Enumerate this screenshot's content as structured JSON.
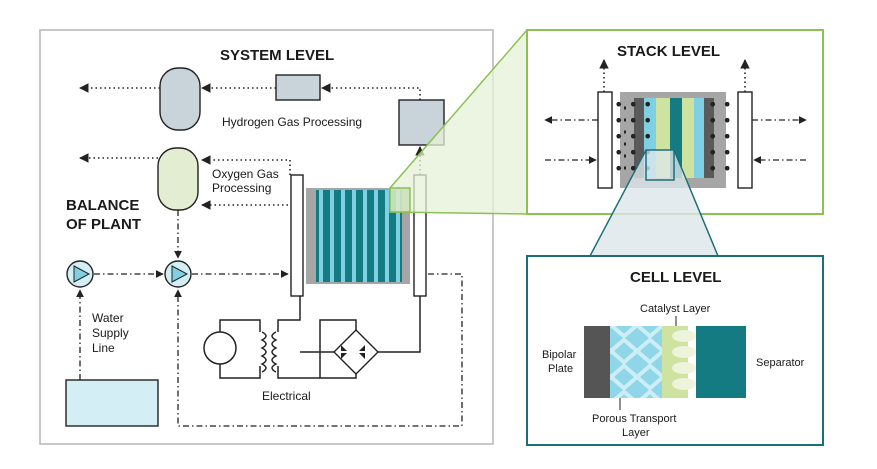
{
  "system": {
    "title": "SYSTEM LEVEL",
    "hydrogen_label": "Hydrogen Gas Processing",
    "oxygen_label_line1": "Oxygen Gas",
    "oxygen_label_line2": "Processing",
    "bop_line1": "BALANCE",
    "bop_line2": "OF PLANT",
    "water_line1": "Water",
    "water_line2": "Supply",
    "water_line3": "Line",
    "electrical_label": "Electrical"
  },
  "stack": {
    "title": "STACK LEVEL"
  },
  "cell": {
    "title": "CELL LEVEL",
    "catalyst_label": "Catalyst Layer",
    "bipolar_line1": "Bipolar",
    "bipolar_line2": "Plate",
    "separator_label": "Separator",
    "ptl_line1": "Porous Transport",
    "ptl_line2": "Layer"
  },
  "colors": {
    "panel_border": "#b5b5b5",
    "green_accent": "#8cc153",
    "green_fill": "#e6f1d8",
    "teal_accent": "#1b6f7a",
    "teal_fill": "#dde6ea",
    "tank_gray": "#c9d3da",
    "tank_green": "#e3edd2",
    "water_blue": "#d3eef4",
    "stack_gray": "#a6a6a6",
    "dark_gray": "#555555",
    "teal_dark": "#157b83",
    "light_blue": "#7fd0e3",
    "catalyst_green": "#cfe3a1"
  }
}
